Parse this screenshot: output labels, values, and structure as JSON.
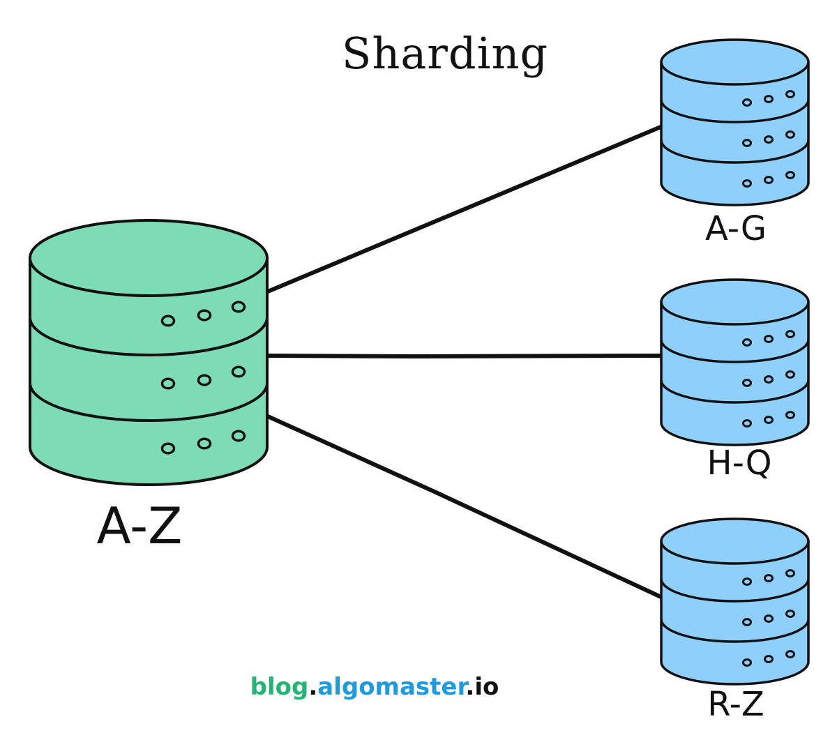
{
  "title": "Sharding",
  "main_db": {
    "label": "A-Z",
    "color": "#7ddcb5"
  },
  "shards": [
    {
      "label": "A-G",
      "color": "#8fcffb"
    },
    {
      "label": "H-Q",
      "color": "#8fcffb"
    },
    {
      "label": "R-Z",
      "color": "#8fcffb"
    }
  ],
  "watermark": {
    "part1": "blog",
    "dot1": ".",
    "part2": "algomaster",
    "dot2": ".",
    "part3": "io",
    "color_part1": "#22b573",
    "color_part2": "#1e9be0",
    "color_dark": "#111111"
  },
  "colors": {
    "stroke": "#111111",
    "background": "#ffffff"
  }
}
